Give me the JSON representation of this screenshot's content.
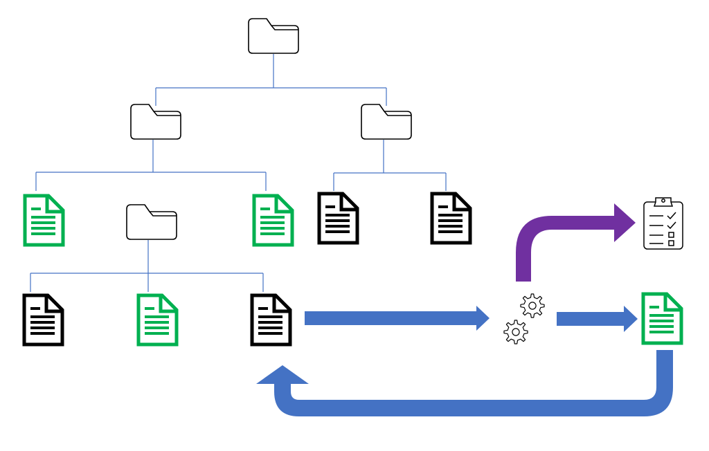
{
  "diagram": {
    "description_free": true,
    "colors": {
      "connector": "#4472C4",
      "flow_arrow": "#4472C4",
      "report_arrow": "#7030A0",
      "processed_doc": "#00B050",
      "unprocessed_doc": "#000000",
      "folder": "#000000"
    },
    "nodes": [
      {
        "id": "root-folder",
        "kind": "folder"
      },
      {
        "id": "folder-a",
        "kind": "folder"
      },
      {
        "id": "folder-b",
        "kind": "folder"
      },
      {
        "id": "folder-a-sub",
        "kind": "folder"
      },
      {
        "id": "doc-a1",
        "kind": "document",
        "state": "processed"
      },
      {
        "id": "doc-a2",
        "kind": "document",
        "state": "processed"
      },
      {
        "id": "doc-b1",
        "kind": "document",
        "state": "unprocessed"
      },
      {
        "id": "doc-b2",
        "kind": "document",
        "state": "unprocessed"
      },
      {
        "id": "doc-sub1",
        "kind": "document",
        "state": "unprocessed"
      },
      {
        "id": "doc-sub2",
        "kind": "document",
        "state": "processed"
      },
      {
        "id": "doc-sub3",
        "kind": "document",
        "state": "unprocessed"
      },
      {
        "id": "processor",
        "kind": "gears-icon"
      },
      {
        "id": "output-doc",
        "kind": "document",
        "state": "processed"
      },
      {
        "id": "report",
        "kind": "clipboard-checklist-icon"
      }
    ],
    "edges": [
      {
        "from": "doc-sub3",
        "to": "processor",
        "kind": "flow"
      },
      {
        "from": "processor",
        "to": "output-doc",
        "kind": "flow"
      },
      {
        "from": "processor",
        "to": "report",
        "kind": "report"
      },
      {
        "from": "output-doc",
        "to": "doc-sub3",
        "kind": "return"
      }
    ]
  }
}
